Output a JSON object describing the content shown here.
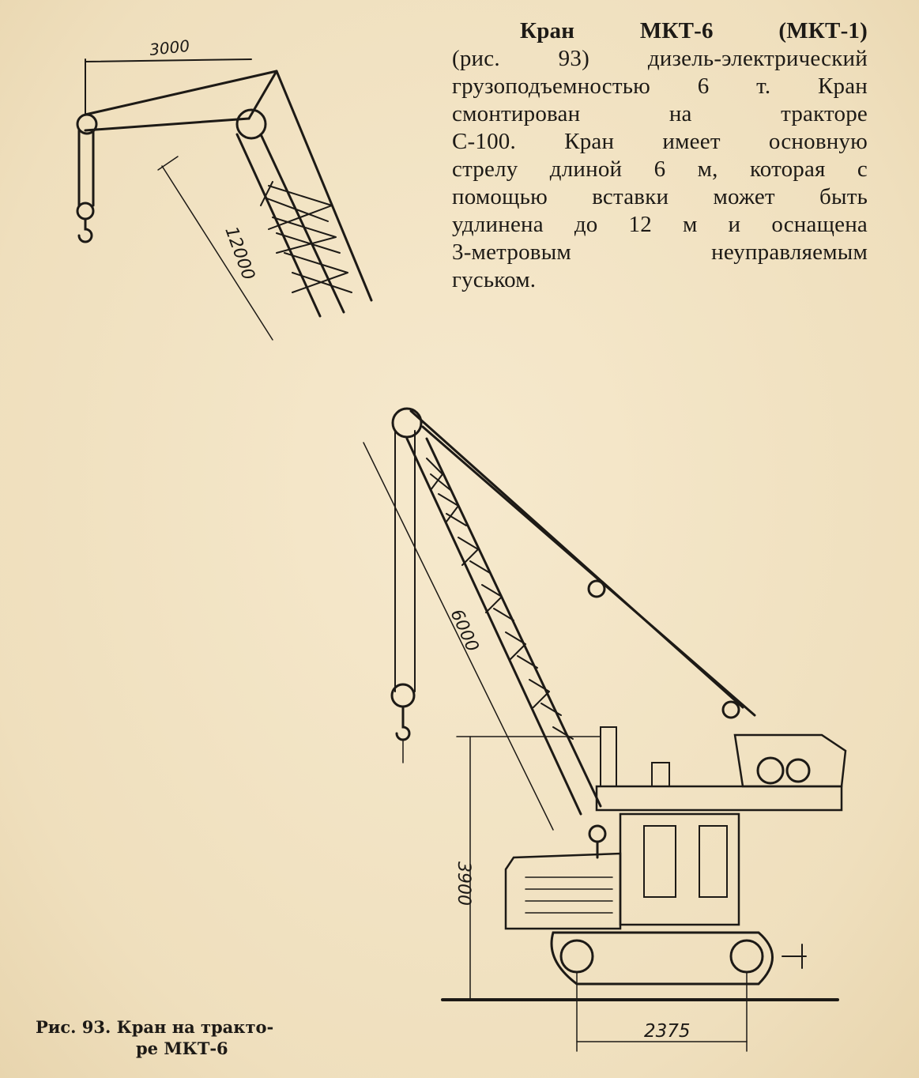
{
  "text": {
    "lines": [
      "Кран МКТ-6 (МКТ-1)",
      "(рис. 93) дизель-электрический",
      "грузоподъемностью 6 т. Кран",
      "смонтирован на тракторе",
      "С-100. Кран имеет основную",
      "стрелу длиной 6 м, которая с",
      "помощью вставки может быть",
      "удлинена до 12 м и оснащена",
      "3-метровым неуправляемым",
      "гуськом."
    ]
  },
  "figure": {
    "caption_line1": "Рис. 93. Кран на тракто-",
    "caption_line2": "ре МКТ-6",
    "dimensions": {
      "jib_offset": "3000",
      "extended_boom": "12000",
      "main_boom": "6000",
      "height": "3900",
      "track_base": "2375"
    }
  }
}
